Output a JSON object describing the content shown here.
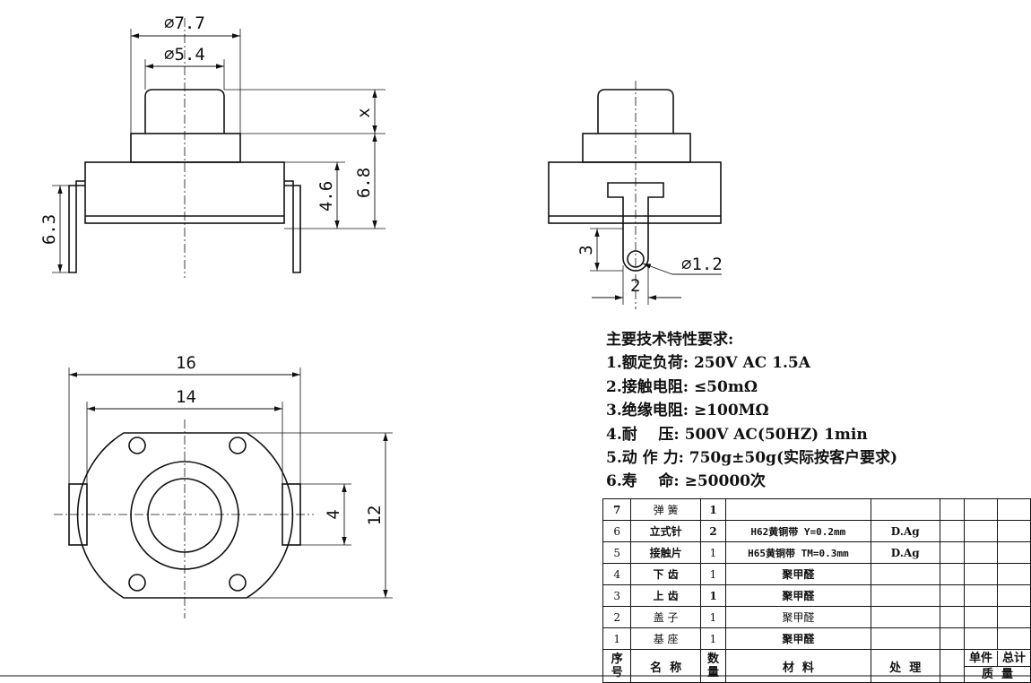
{
  "dimensions": {
    "d77": "⌀7.7",
    "d54": "⌀5.4",
    "x": "x",
    "h46": "4.6",
    "h68": "6.8",
    "h63": "6.3",
    "h3": "3",
    "d12": "⌀1.2",
    "w2": "2",
    "w16": "16",
    "w14": "14",
    "h4": "4",
    "h12": "12"
  },
  "specs": {
    "title": "主要技术特性要求:",
    "lines": [
      "1.额定负荷: 250V AC 1.5A",
      "2.接触电阻: ≤50mΩ",
      "3.绝缘电阻: ≥100MΩ",
      "4.耐    压: 500V AC(50HZ) 1min",
      "5.动 作 力: 750g±50g(实际按客户要求)",
      "6.寿    命: ≥50000次"
    ]
  },
  "bom": {
    "rows": [
      {
        "no": "7",
        "name": "弹 簧",
        "qty": "1",
        "material": "",
        "treatment": ""
      },
      {
        "no": "6",
        "name": "立式针",
        "qty": "2",
        "material": "H62黄铜带 Y=0.2mm",
        "treatment": "D.Ag"
      },
      {
        "no": "5",
        "name": "接触片",
        "qty": "1",
        "material": "H65黄铜带 TM=0.3mm",
        "treatment": "D.Ag"
      },
      {
        "no": "4",
        "name": "下 齿",
        "qty": "1",
        "material": "聚甲醛",
        "treatment": ""
      },
      {
        "no": "3",
        "name": "上 齿",
        "qty": "1",
        "material": "聚甲醛",
        "treatment": ""
      },
      {
        "no": "2",
        "name": "盖 子",
        "qty": "1",
        "material": "聚甲醛",
        "treatment": ""
      },
      {
        "no": "1",
        "name": "基 座",
        "qty": "1",
        "material": "聚甲醛",
        "treatment": ""
      }
    ],
    "header": {
      "no_top": "序",
      "no_bottom": "号",
      "name": "名  称",
      "qty_top": "数",
      "qty_bottom": "量",
      "material": "材  料",
      "treatment": "处  理",
      "unit": "单件",
      "total": "总计",
      "mass": "质  量"
    }
  }
}
